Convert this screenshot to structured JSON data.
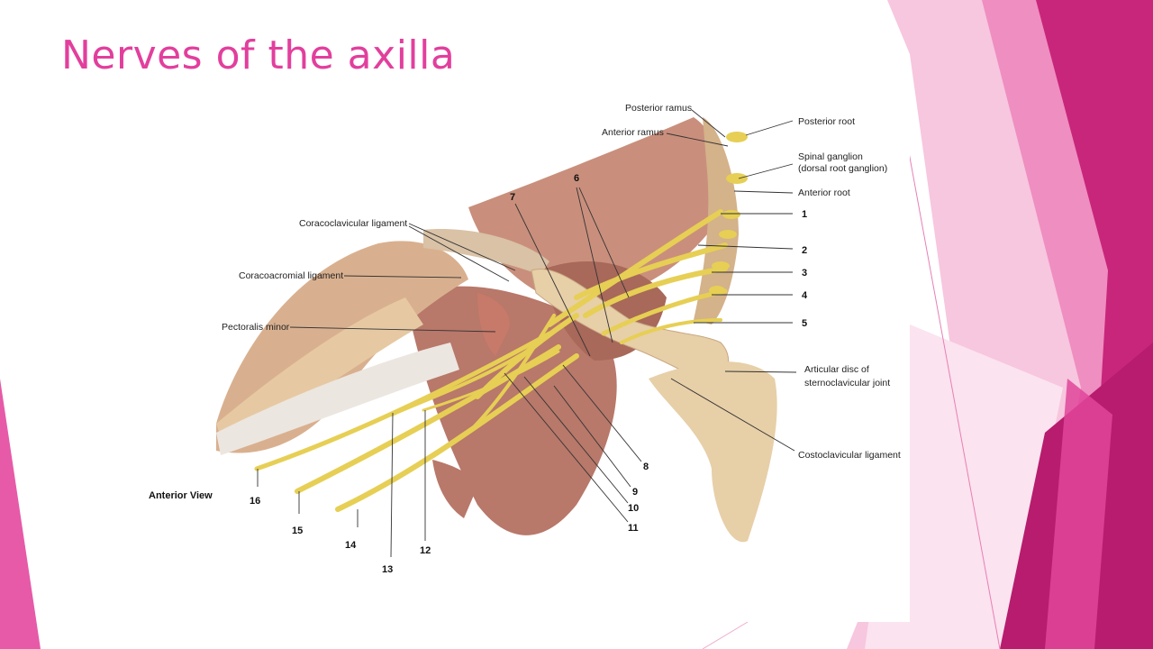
{
  "slide": {
    "title": "Nerves of the axilla",
    "accent_color": "#e23f9d"
  },
  "figure": {
    "view_label": "Anterior View",
    "labels": {
      "posterior_ramus": "Posterior ramus",
      "anterior_ramus": "Anterior ramus",
      "posterior_root": "Posterior root",
      "spinal_ganglion_line1": "Spinal ganglion",
      "spinal_ganglion_line2": "(dorsal root ganglion)",
      "anterior_root": "Anterior root",
      "coracoclavicular_ligament": "Coracoclavicular ligament",
      "coracoacromial_ligament": "Coracoacromial ligament",
      "pectoralis_minor": "Pectoralis minor",
      "articular_disc_line1": "Articular disc of",
      "articular_disc_line2": "sternoclavicular joint",
      "costoclavicular_ligament": "Costoclavicular ligament"
    },
    "numbers": [
      "1",
      "2",
      "3",
      "4",
      "5",
      "6",
      "7",
      "8",
      "9",
      "10",
      "11",
      "12",
      "13",
      "14",
      "15",
      "16"
    ]
  }
}
